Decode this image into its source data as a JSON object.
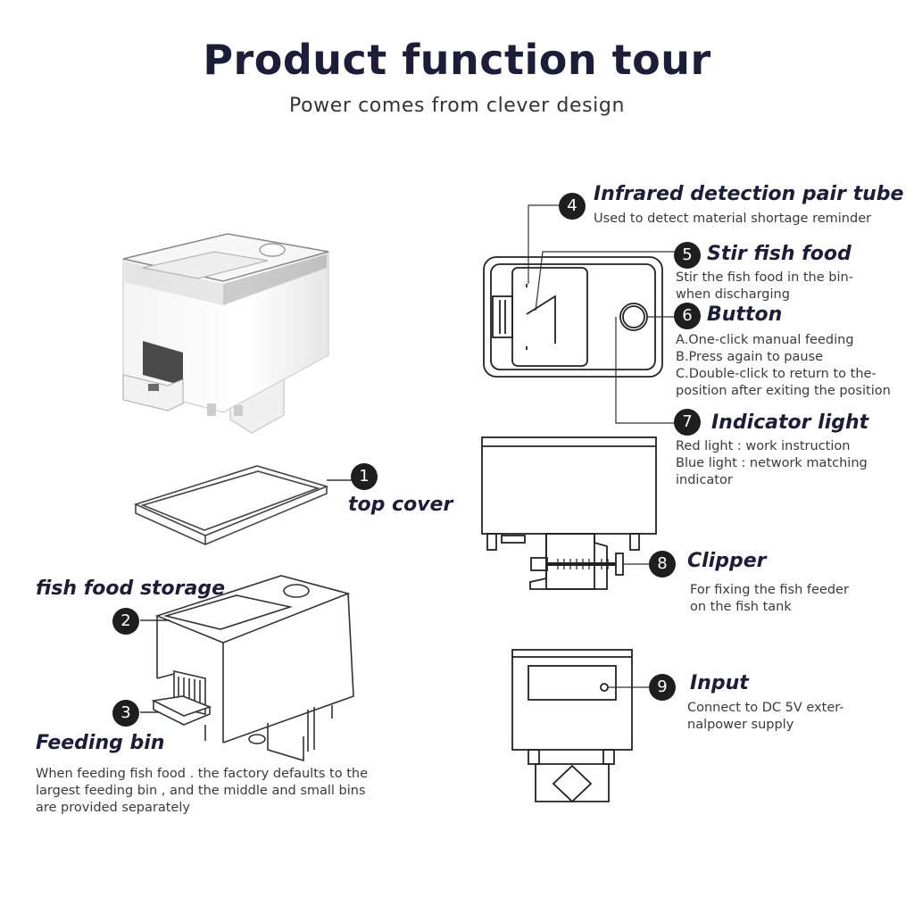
{
  "header": {
    "title": "Product function tour",
    "subtitle": "Power comes from clever design"
  },
  "callouts": [
    {
      "number": "1",
      "heading": "top cover",
      "lines": []
    },
    {
      "number": "2",
      "heading": "fish food storage",
      "lines": []
    },
    {
      "number": "3",
      "heading": "Feeding bin",
      "lines": [
        "When feeding fish food . the factory defaults to the",
        "largest feeding bin , and the middle and small bins",
        "are provided separately"
      ]
    },
    {
      "number": "4",
      "heading": "Infrared detection pair tube",
      "lines": [
        "Used to detect material shortage reminder"
      ]
    },
    {
      "number": "5",
      "heading": "Stir fish food",
      "lines": [
        "Stir the fish food in the bin-",
        "when discharging"
      ]
    },
    {
      "number": "6",
      "heading": "Button",
      "lines": [
        "A.One-click manual feeding",
        "B.Press again to pause",
        "C.Double-click to return to the-",
        "position after exiting the position"
      ]
    },
    {
      "number": "7",
      "heading": "Indicator light",
      "lines": [
        "Red light : work instruction",
        "Blue light : network matching",
        "indicator"
      ]
    },
    {
      "number": "8",
      "heading": "Clipper",
      "lines": [
        "For fixing the fish feeder",
        "on the fish tank"
      ]
    },
    {
      "number": "9",
      "heading": "Input",
      "lines": [
        "Connect to DC 5V exter-",
        "nalpower supply"
      ]
    }
  ]
}
